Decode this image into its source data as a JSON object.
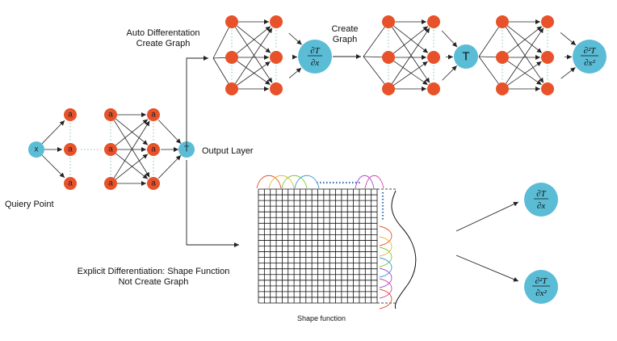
{
  "labels": {
    "auto_diff_line1": "Auto Differentation",
    "auto_diff_line2": "Create Graph",
    "create_graph_line1": "Create",
    "create_graph_line2": "Graph",
    "output_layer": "Output Layer",
    "query_point": "Quiery Point",
    "explicit_line1": "Explicit Differentiation: Shape Function",
    "explicit_line2": "Not Create Graph",
    "shape_function": "Shape function"
  },
  "nodes": {
    "input": "x",
    "hidden": "a",
    "output": "T",
    "output_big": "T"
  },
  "derivatives": {
    "first_num": "∂T",
    "first_den": "∂x",
    "second_num": "∂²T",
    "second_den": "∂x²"
  },
  "colors": {
    "orange": "#e8522a",
    "blue": "#5bbcd6",
    "dotted_green": "#7fc8a0",
    "dotted_blue": "#3a6fb0"
  }
}
